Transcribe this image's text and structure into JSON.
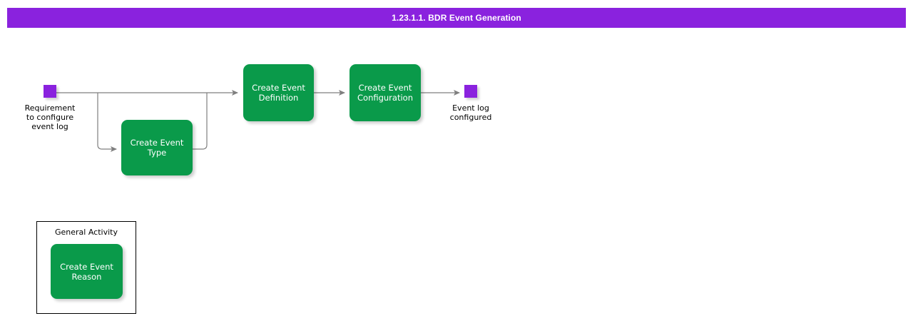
{
  "header": {
    "title": "1.23.1.1. BDR Event Generation",
    "bar_color": "#8A22DE",
    "text_color": "#FFFFFF"
  },
  "colors": {
    "event_node": "#8A22DE",
    "activity_fill": "#0A9A4A",
    "activity_text": "#FFFFFF",
    "connector": "#7F7F7F",
    "container_border": "#000000",
    "page_background": "#FFFFFF"
  },
  "diagram": {
    "type": "process-flow",
    "start_event": {
      "name": "start-event",
      "label": "Requirement\nto configure\nevent log",
      "shape": "square",
      "color": "#8A22DE"
    },
    "end_event": {
      "name": "end-event",
      "label": "Event log\nconfigured",
      "shape": "square",
      "color": "#8A22DE"
    },
    "activities": [
      {
        "id": "create-event-type",
        "label": "Create Event\nType"
      },
      {
        "id": "create-event-definition",
        "label": "Create Event\nDefinition"
      },
      {
        "id": "create-event-configuration",
        "label": "Create Event\nConfiguration"
      }
    ],
    "container": {
      "id": "general-activity",
      "title": "General Activity",
      "activity": {
        "id": "create-event-reason",
        "label": "Create Event\nReason"
      }
    },
    "connections": [
      {
        "from": "start-event",
        "to": "create-event-definition"
      },
      {
        "from": "start-event",
        "to": "create-event-type"
      },
      {
        "from": "create-event-type",
        "to": "create-event-definition"
      },
      {
        "from": "create-event-definition",
        "to": "create-event-configuration"
      },
      {
        "from": "create-event-configuration",
        "to": "end-event"
      }
    ]
  }
}
